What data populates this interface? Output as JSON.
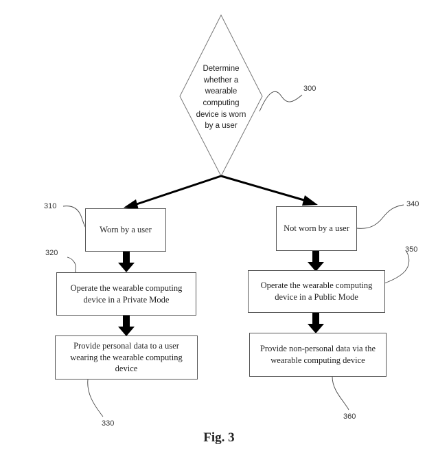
{
  "decision": {
    "text": "Determine\nwhether a\nwearable\ncomputing\ndevice is worn\nby a user",
    "ref": "300"
  },
  "left_branch": {
    "condition": {
      "text": "Worn by a user",
      "ref": "310"
    },
    "operate": {
      "text": "Operate the wearable computing\ndevice in a Private Mode",
      "ref": "320"
    },
    "provide": {
      "text": "Provide personal data to a user\nwearing the wearable computing\ndevice",
      "ref": "330"
    }
  },
  "right_branch": {
    "condition": {
      "text": "Not worn by a user",
      "ref": "340"
    },
    "operate": {
      "text": "Operate the wearable computing\ndevice in a Public Mode",
      "ref": "350"
    },
    "provide": {
      "text": "Provide non-personal data via the\nwearable computing device",
      "ref": "360"
    }
  },
  "caption": "Fig. 3"
}
